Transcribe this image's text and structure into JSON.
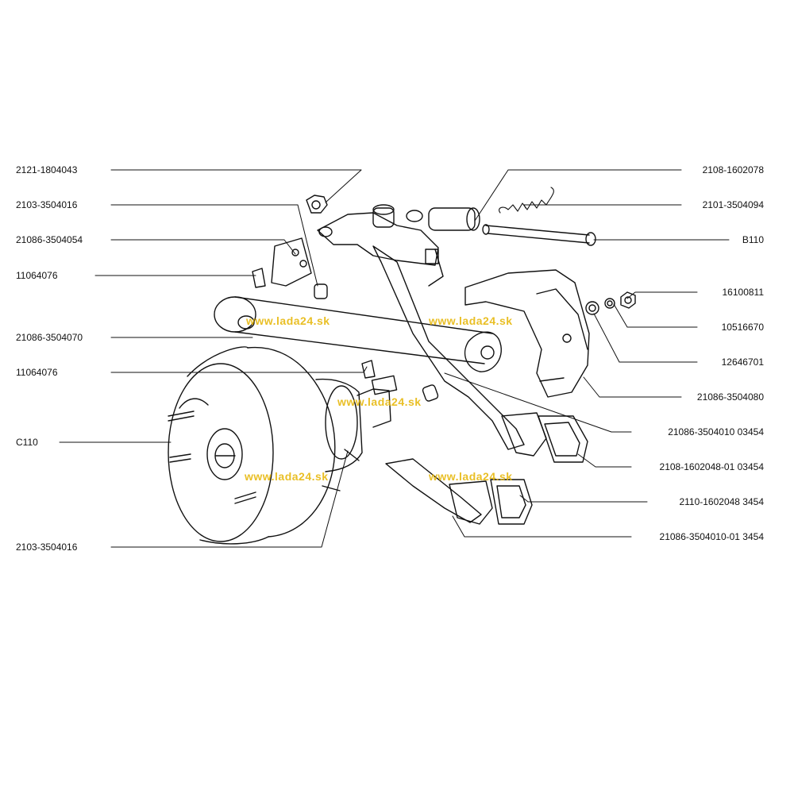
{
  "labels_left": [
    "2121-1804043",
    "2103-3504016",
    "21086-3504054",
    "11064076",
    "21086-3504070",
    "11064076",
    "C110",
    "2103-3504016"
  ],
  "labels_right": [
    "2108-1602078",
    "2101-3504094",
    "B110",
    "16100811",
    "10516670",
    "12646701",
    "21086-3504080",
    "21086-3504010  03454",
    "2108-1602048-01  03454",
    "2110-1602048  3454",
    "21086-3504010-01  3454"
  ],
  "watermark": "www.lada24.sk"
}
